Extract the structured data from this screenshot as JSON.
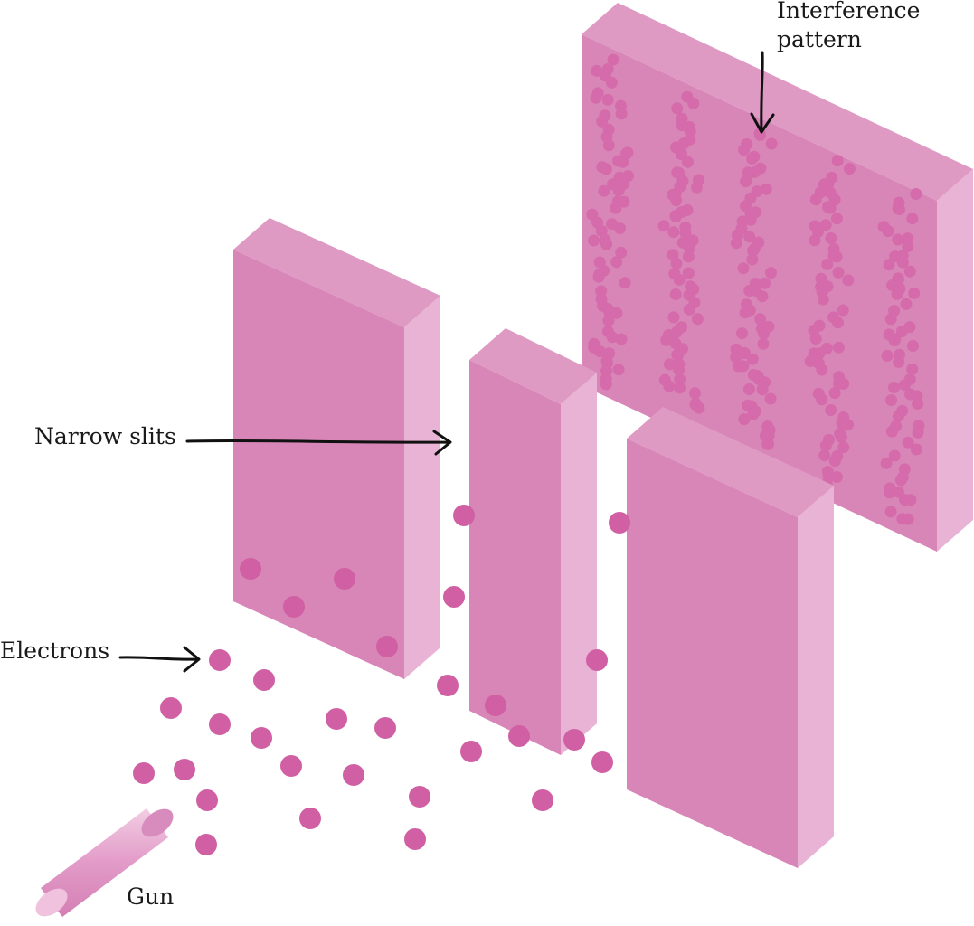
{
  "labels": {
    "interference_line1": "Interference",
    "interference_line2": "pattern",
    "slits": "Narrow slits",
    "electrons": "Electrons",
    "gun": "Gun"
  },
  "colors": {
    "face_front": "#d886b8",
    "face_top": "#df9ac4",
    "face_side": "#e8b3d4",
    "dot_fill": "#d060a3",
    "dot_on_screen": "#d56bab",
    "gun_body": "#e29bc8",
    "gun_end": "#f0c2dd"
  }
}
